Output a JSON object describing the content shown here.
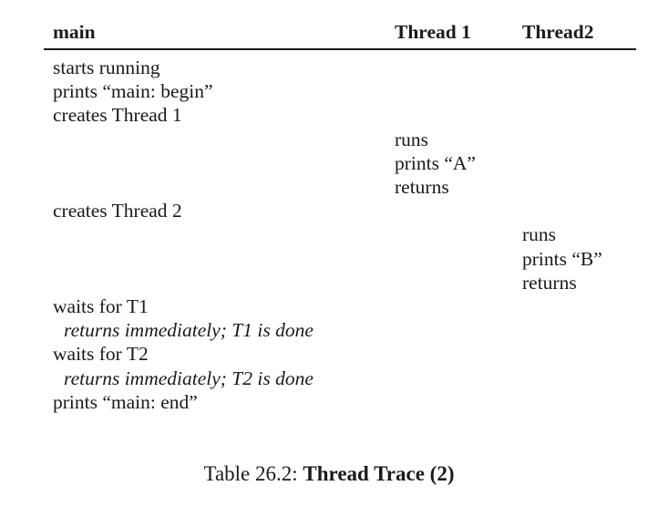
{
  "figure": {
    "caption_label": "Table 26.2: ",
    "caption_title": "Thread Trace (2)"
  },
  "table": {
    "columns": [
      {
        "key": "main",
        "header": "main"
      },
      {
        "key": "thread1",
        "header": "Thread 1"
      },
      {
        "key": "thread2",
        "header": "Thread2"
      }
    ],
    "rows": [
      {
        "main": "starts running",
        "main_style": "normal",
        "thread1": "",
        "thread2": ""
      },
      {
        "main": "prints “main: begin”",
        "main_style": "normal",
        "thread1": "",
        "thread2": ""
      },
      {
        "main": "creates Thread 1",
        "main_style": "normal",
        "thread1": "",
        "thread2": ""
      },
      {
        "main": "",
        "main_style": "normal",
        "thread1": "runs",
        "thread2": ""
      },
      {
        "main": "",
        "main_style": "normal",
        "thread1": "prints “A”",
        "thread2": ""
      },
      {
        "main": "",
        "main_style": "normal",
        "thread1": "returns",
        "thread2": ""
      },
      {
        "main": "creates Thread 2",
        "main_style": "normal",
        "thread1": "",
        "thread2": ""
      },
      {
        "main": "",
        "main_style": "normal",
        "thread1": "",
        "thread2": "runs"
      },
      {
        "main": "",
        "main_style": "normal",
        "thread1": "",
        "thread2": "prints “B”"
      },
      {
        "main": "",
        "main_style": "normal",
        "thread1": "",
        "thread2": "returns"
      },
      {
        "main": "waits for T1",
        "main_style": "normal",
        "thread1": "",
        "thread2": ""
      },
      {
        "main": "returns immediately; T1 is done",
        "main_style": "italic",
        "thread1": "",
        "thread2": ""
      },
      {
        "main": "waits for T2",
        "main_style": "normal",
        "thread1": "",
        "thread2": ""
      },
      {
        "main": "returns immediately; T2 is done",
        "main_style": "italic",
        "thread1": "",
        "thread2": ""
      },
      {
        "main": "prints “main: end”",
        "main_style": "normal",
        "thread1": "",
        "thread2": ""
      }
    ]
  }
}
